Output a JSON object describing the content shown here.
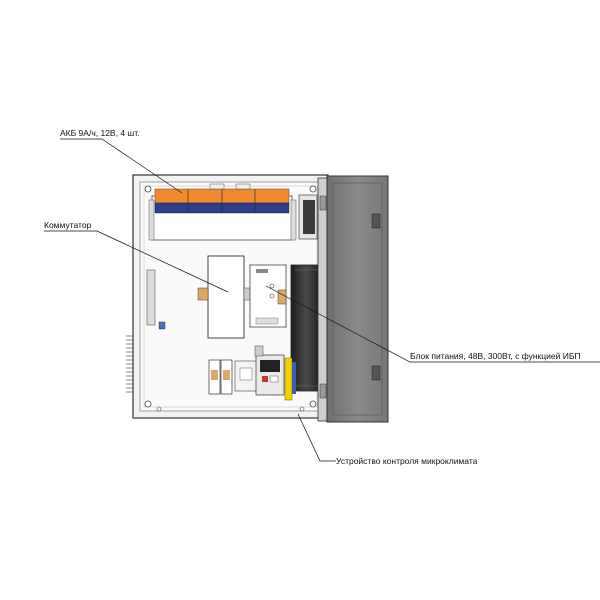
{
  "callouts": {
    "battery": "АКБ 9А/ч, 12В, 4 шт.",
    "switch": "Коммутатор",
    "psu": "Блок питания, 48В, 300Вт, с функцией ИБП",
    "climate": "Устройство контроля микроклимата"
  },
  "colors": {
    "battery_orange": "#f08a2c",
    "battery_blue": "#2b3f8f",
    "door_grey": "#7f7f7f",
    "cabinet_outline": "#333333",
    "terminal_yellow": "#f2d200"
  }
}
